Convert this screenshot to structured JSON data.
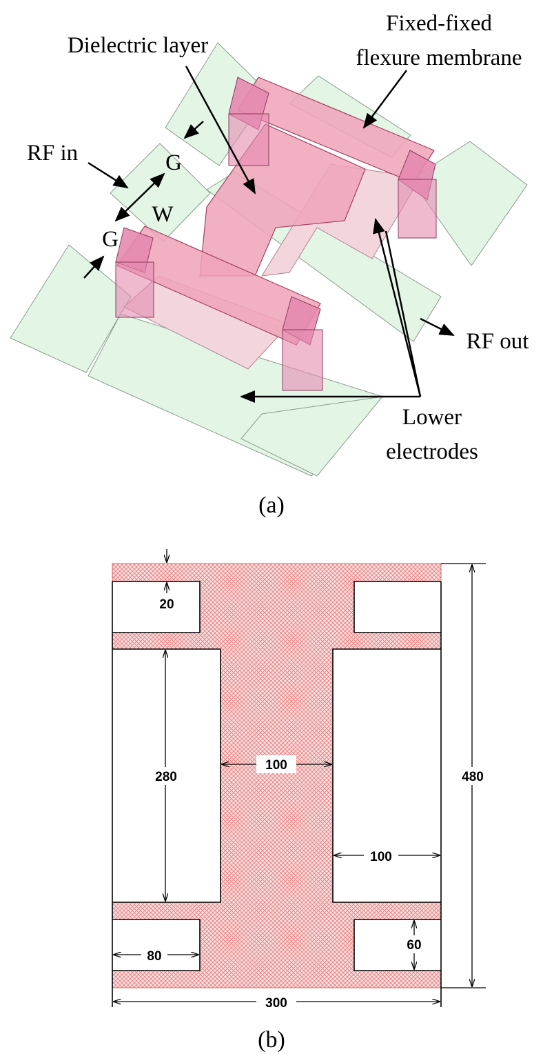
{
  "panel_a": {
    "labels": {
      "fixed_fixed": "Fixed-fixed",
      "flexure_membrane": "flexure membrane",
      "dielectric_layer": "Dielectric layer",
      "rf_in": "RF in",
      "g_top": "G",
      "w": "W",
      "g_bottom": "G",
      "rf_out": "RF out",
      "lower": "Lower",
      "electrodes": "electrodes"
    },
    "caption": "(a)"
  },
  "panel_b": {
    "dimensions": {
      "d20": "20",
      "d280": "280",
      "d100_center": "100",
      "d480": "480",
      "d100_right": "100",
      "d80": "80",
      "d60": "60",
      "d300": "300"
    },
    "caption": "(b)"
  },
  "colors": {
    "cpw_fill": "#e3f6e6",
    "membrane_fill": "#f3aac0",
    "anchor_fill": "#e58ab0",
    "hatch": "#e87a7a"
  }
}
